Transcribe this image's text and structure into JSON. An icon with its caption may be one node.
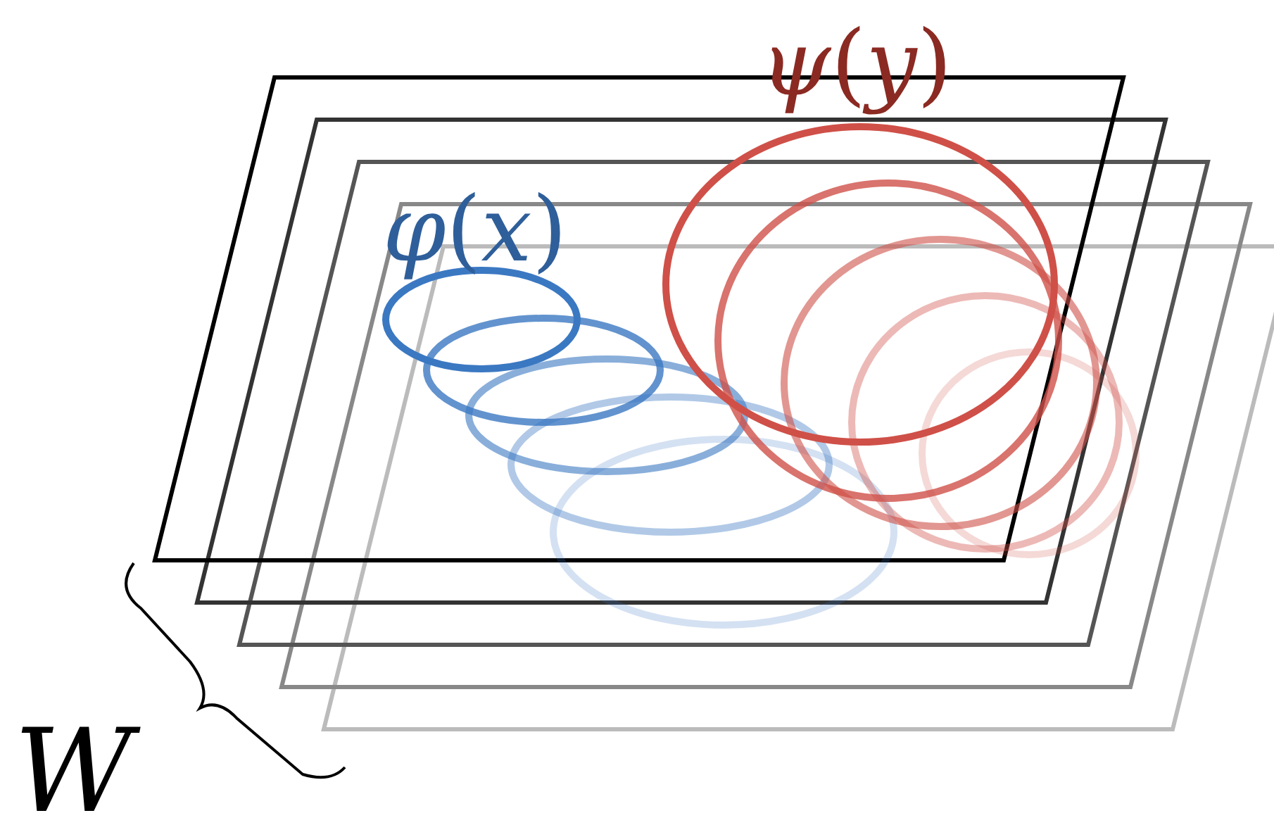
{
  "diagram": {
    "labels": [
      "*ψ*(*y*)",
      "*φ*(*x*)",
      "W"
    ]
  }
}
